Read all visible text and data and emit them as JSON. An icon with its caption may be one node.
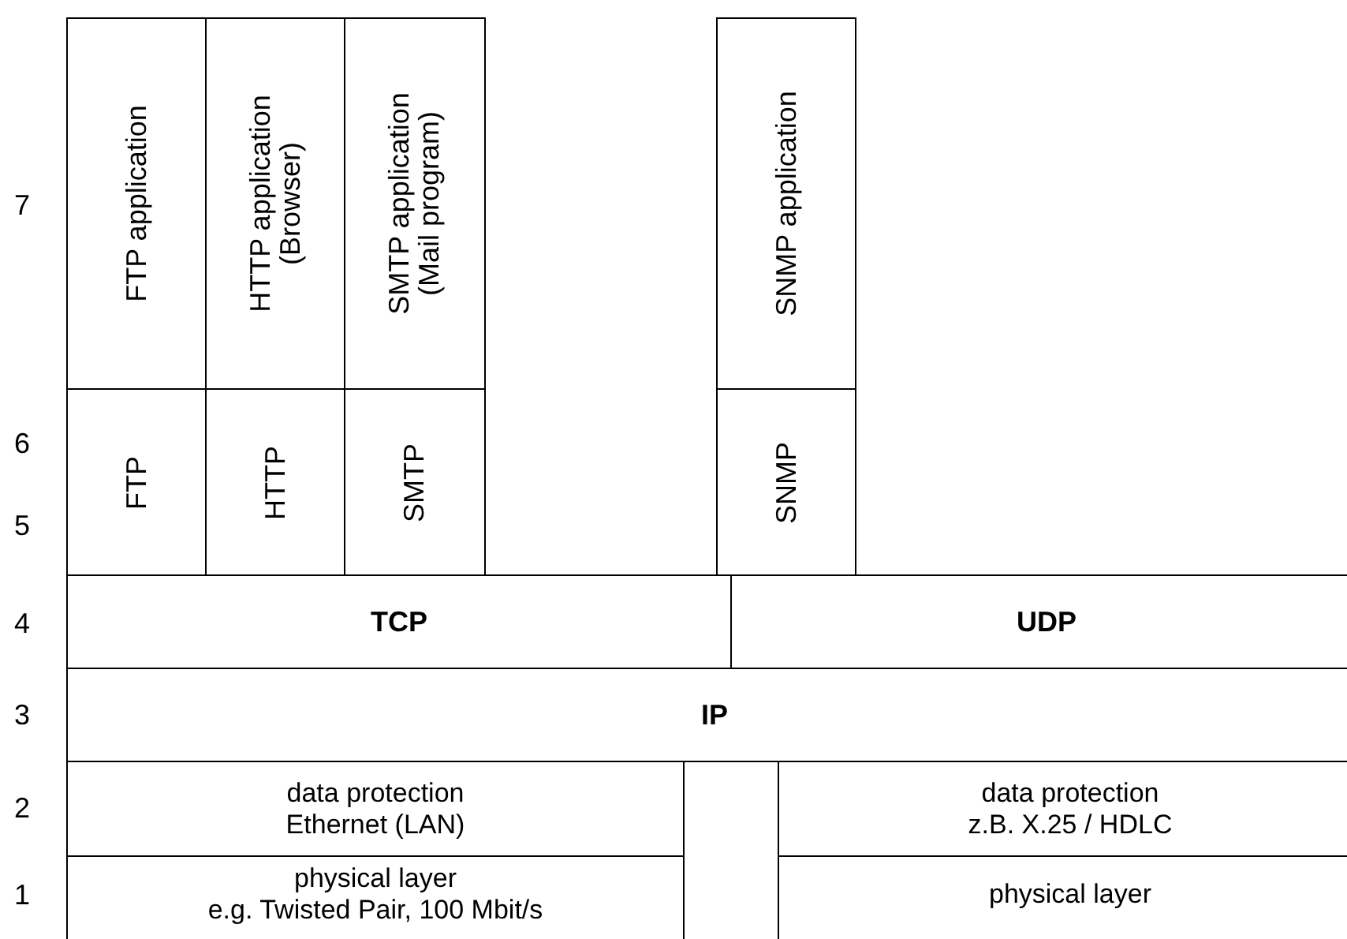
{
  "diagram": {
    "nodes": [
      {
        "text": [
          "FTP application"
        ]
      },
      {
        "text": [
          "HTTP application",
          "(Browser)"
        ]
      },
      {
        "text": [
          "SMTP application",
          "(Mail program)"
        ]
      },
      {
        "text": [
          "SNMP application"
        ]
      },
      {
        "text": [
          "FTP"
        ]
      },
      {
        "text": [
          "HTTP"
        ]
      },
      {
        "text": [
          "SMTP"
        ]
      },
      {
        "text": [
          "SNMP"
        ]
      },
      {
        "text": [
          "TCP"
        ]
      },
      {
        "text": [
          "UDP"
        ]
      },
      {
        "text": [
          "IP"
        ]
      },
      {
        "text": [
          "data protection",
          "Ethernet (LAN)"
        ]
      },
      {
        "text": [
          "data protection",
          "z.B. X.25 / HDLC"
        ]
      },
      {
        "text": [
          "physical layer",
          "e.g. Twisted Pair, 100 Mbit/s"
        ]
      },
      {
        "text": [
          "physical layer"
        ]
      }
    ],
    "labels": [
      "7",
      "6",
      "5",
      "4",
      "3",
      "2",
      "1"
    ]
  }
}
